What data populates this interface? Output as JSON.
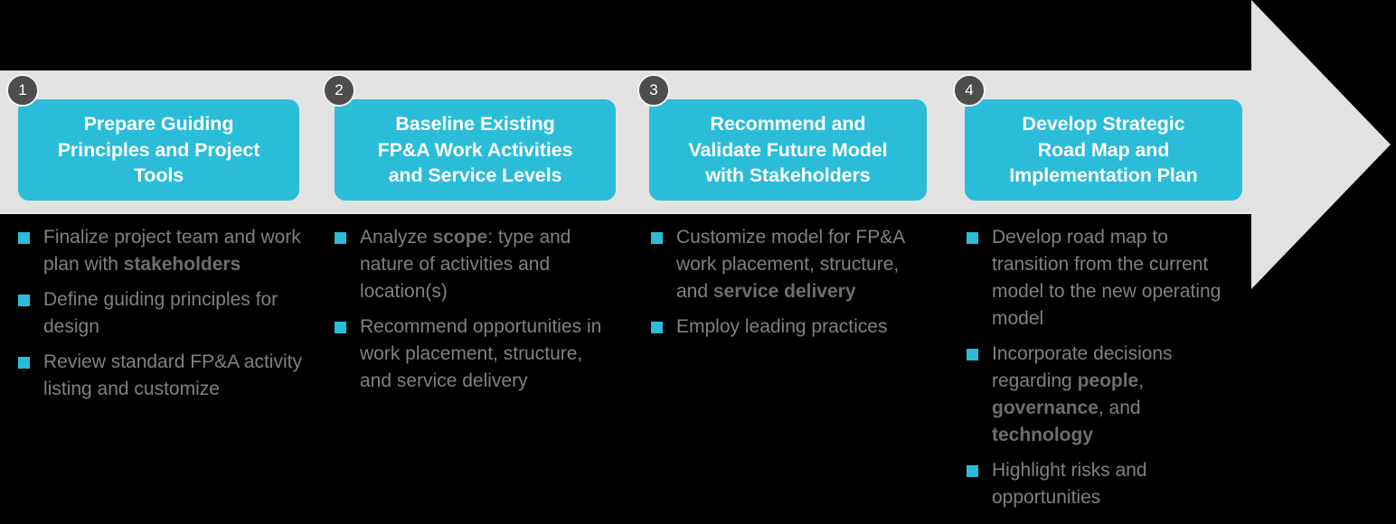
{
  "diagram": {
    "type": "process-arrow-roadmap",
    "background_color": "#000000",
    "arrow_color": "#E2E2E2",
    "accent_color": "#2BBCD9",
    "number_badge_color": "#4D4D4D",
    "body_text_color": "#808080"
  },
  "phases": [
    {
      "number": "1",
      "title": "Prepare Guiding\nPrinciples and Project\nTools",
      "bullets": [
        [
          {
            "t": "Finalize project team and work plan with ",
            "b": false
          },
          {
            "t": "stakeholders",
            "b": true
          }
        ],
        [
          {
            "t": "Define guiding principles for design",
            "b": false
          }
        ],
        [
          {
            "t": "Review standard FP&A activity listing and customize",
            "b": false
          }
        ]
      ]
    },
    {
      "number": "2",
      "title": "Baseline Existing\nFP&A Work Activities\nand Service Levels",
      "bullets": [
        [
          {
            "t": "Analyze ",
            "b": false
          },
          {
            "t": "scope",
            "b": true
          },
          {
            "t": ": type and nature of activities and location(s)",
            "b": false
          }
        ],
        [
          {
            "t": "Recommend opportunities in work placement, structure, and service delivery",
            "b": false
          }
        ]
      ]
    },
    {
      "number": "3",
      "title": "Recommend  and\nValidate Future Model\nwith Stakeholders",
      "bullets": [
        [
          {
            "t": "Customize model for FP&A work placement, structure, and ",
            "b": false
          },
          {
            "t": "service delivery",
            "b": true
          }
        ],
        [
          {
            "t": "Employ leading practices",
            "b": false
          }
        ]
      ]
    },
    {
      "number": "4",
      "title": "Develop Strategic\nRoad Map and\nImplementation  Plan",
      "bullets": [
        [
          {
            "t": "Develop road map to transition from the current model to the new operating model",
            "b": false
          }
        ],
        [
          {
            "t": "Incorporate decisions regarding ",
            "b": false
          },
          {
            "t": "people",
            "b": true
          },
          {
            "t": ", ",
            "b": false
          },
          {
            "t": "governance",
            "b": true
          },
          {
            "t": ", and ",
            "b": false
          },
          {
            "t": "technology",
            "b": true
          }
        ],
        [
          {
            "t": "Highlight risks and opportunities",
            "b": false
          }
        ]
      ]
    }
  ]
}
